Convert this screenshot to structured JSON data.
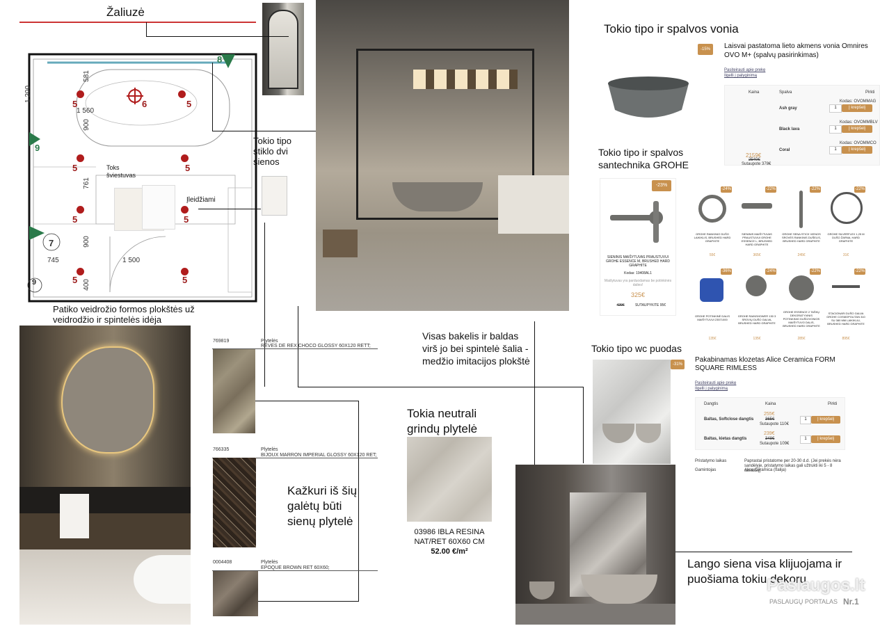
{
  "labels": {
    "zaliuze": "Žaliuzė",
    "vonia_title": "Tokio tipo ir spalvos vonia",
    "vonia_product": "Laisvai pastatoma lieto akmens vonia Omnires OVO M+ (spalvų pasirinkimas)",
    "santechnika_title": "Tokio tipo ir spalvos santechnika GROHE",
    "stiklo_sienos": "Tokio tipo stiklo dvi sienos",
    "sviestuvas": "Toks šviestuvas",
    "ileidziami": "Įleidžiami",
    "veidrodis": "Patiko veidrožio formos plokštės už veidrodžio ir spintelės idėja",
    "bakelis": "Visas bakelis ir baldas virš jo bei spintelė šalia - medžio imitacijos plokštė",
    "wc_title": "Tokio tipo wc puodas",
    "wc_product": "Pakabinamas klozetas Alice Ceramica FORM SQUARE RIMLESS",
    "grindu": "Tokia neutrali grindų plytelė",
    "sienu": "Kažkuri iš šių galėtų būti sienų plytelė",
    "lango": "Lango siena visa klijuojama ir puošiama tokiu dekoru",
    "tile_code": "03986 IBLA RESINA",
    "tile_size": "NAT/RET 60X60 CM",
    "tile_price": "52.00 €/m²"
  },
  "tiles": [
    {
      "code": "769819",
      "type": "Plytelės",
      "name": "REVES DE REX CHOCO GLOSSY 60X120 RETT;"
    },
    {
      "code": "766335",
      "type": "Plytelės",
      "name": "BIJOUX MARRON IMPERIAL GLOSSY 60X120 RET;"
    },
    {
      "code": "0004408",
      "type": "Plytelės",
      "name": "EPOQUE BROWN RET 60X60;"
    }
  ],
  "vonia_shop": {
    "discount": "-15%",
    "ask": "Pasiteirauti apie prekę",
    "deliv": "Ilgelli į palyginimą",
    "cols": [
      "Kaina",
      "Spalva",
      "Pirkti"
    ],
    "rows": [
      {
        "color": "Ash gray",
        "code": "Kodas: OVOMMAG"
      },
      {
        "color": "Black lava",
        "code": "Kodas: OVOMMBLV"
      },
      {
        "color": "Coral",
        "code": "Kodas: OVOMMCO"
      }
    ],
    "price": "2159€",
    "old_price": "2540€",
    "save": "Sutaupote 378€",
    "button": "Į krepšelį",
    "qty": "1"
  },
  "grohe_main": {
    "discount": "-23%",
    "name": "SIENINIS MAIŠYTUVAS PRAUSTUVUI GROHE ESSENCE M, BRUSHED HARD GRAPHITE",
    "code": "Kodas: 19408AL1",
    "note": "Maišytuvas yra parduodamas be potinkinės dalies!",
    "price": "325€",
    "old_price": "420€",
    "save": "SUTAUPYKITE 95€"
  },
  "grohe_items": [
    {
      "discount": "-24%",
      "name": "GROHE RANKINIO DUŠO LAIKIKLIS, BRUSHED HARD GRAPHITE",
      "price": "55€"
    },
    {
      "discount": "-22%",
      "name": "SIENINIS MAIŠYTUVAS PRAUSTUVUI GROHE ESSENCE L, BRUSHED HARD GRAPHITE",
      "price": "365€"
    },
    {
      "discount": "-22%",
      "name": "GROHE SENA STICK VIENOS SROVĖS RANKINIS DUŠELIS, BRUSHED HARD GRAPHITE",
      "price": "245€"
    },
    {
      "discount": "-22%",
      "name": "GROHE SILVERFLEX 1,25 M DUŠO ŽARNA, HARD GRAPHITE",
      "price": "31€"
    },
    {
      "discount": "-36%",
      "name": "GROHE POTINKINĖ DALIS MAIŠYTUVUI 23571000",
      "price": "135€"
    },
    {
      "discount": "-24%",
      "name": "GROHE RAINSHOWER 130 3 SROVIŲ DUŠO GALVA, BRUSHED HARD GRAPHITE",
      "price": "135€"
    },
    {
      "discount": "-22%",
      "name": "GROHE ESSENCE 2 TAŠKŲ DEKORATYVINIS POTINKINIO DUŠO/VONIOS MAIŠYTUVO DALIS, BRUSHED HARD GRAPHITE",
      "price": "285€"
    },
    {
      "discount": "-22%",
      "name": "STACIONARI DUŠO GALVA GROHE COSMOPOLITAN 310 SU 380 MM LAIKIKLIU, BRUSHED HARD GRAPHITE",
      "price": "895€"
    }
  ],
  "wc_shop": {
    "discount": "-31%",
    "ask": "Pasiteirauti apie prekę",
    "deliv": "Ilgelli į palyginimą",
    "cols": [
      "Dangtis",
      "Kaina",
      "Pirkti"
    ],
    "rows": [
      {
        "lid": "Baltas, Softclose dangtis",
        "price": "255€",
        "old": "365€",
        "save": "Sutaupote 110€"
      },
      {
        "lid": "Baltas, kietas dangtis",
        "price": "239€",
        "old": "348€",
        "save": "Sutaupote 109€"
      }
    ],
    "delivery_label": "Pristatymo laikas",
    "delivery_text": "Paprastai pristatome per 20-30 d.d. (Jei prekės nėra sandėlyje, pristatymo laikas gali užtrukti iki 5 - 8 savaičių)",
    "maker_label": "Gamintojas",
    "maker_text": "Alice Ceramica (Italija)",
    "button": "Į krepšelį",
    "qty": "1"
  },
  "plan": {
    "dims": [
      "1 200",
      "1 560",
      "581",
      "900",
      "761",
      "900",
      "400",
      "745",
      "1 500"
    ],
    "marks": [
      "8",
      "9",
      "6",
      "5",
      "5",
      "5",
      "5",
      "5",
      "5",
      "5",
      "5",
      "7",
      "9"
    ]
  },
  "watermark": {
    "brand": "Paslaugos.lt",
    "sub": "PASLAUGŲ PORTALAS",
    "nr": "Nr.1"
  }
}
